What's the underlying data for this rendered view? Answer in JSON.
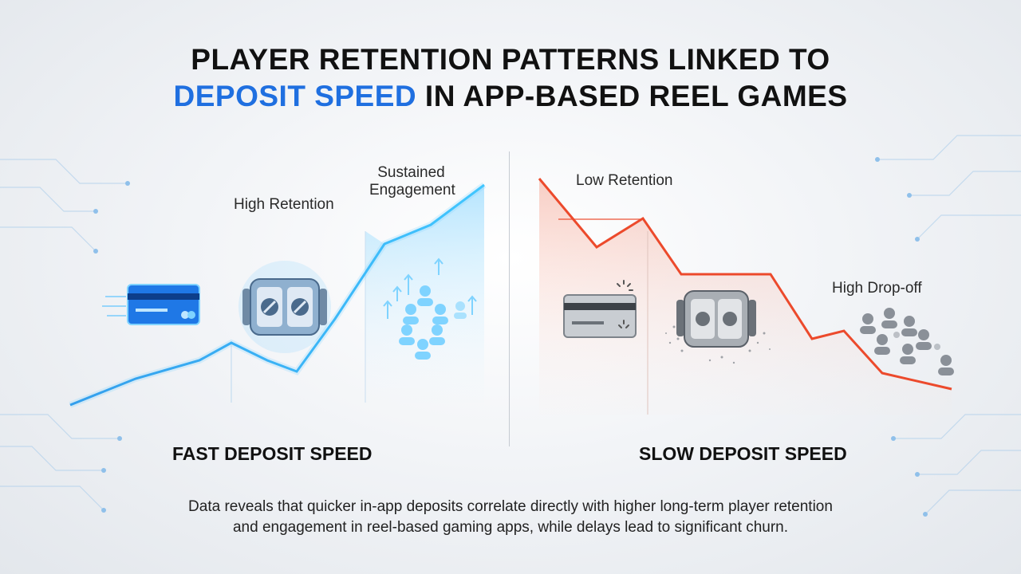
{
  "title": {
    "highlight_color": "#1f6fe0",
    "line1": "PLAYER RETENTION PATTERNS LINKED TO",
    "line2_highlight": "DEPOSIT SPEED",
    "line2_rest": " IN APP-BASED REEL GAMES"
  },
  "fast": {
    "heading": "FAST DEPOSIT SPEED",
    "label_high_retention": "High Retention",
    "label_sustained_1": "Sustained",
    "label_sustained_2": "Engagement",
    "accent_color": "#1aa3f0",
    "icons": [
      "credit-card-icon",
      "slot-reel-icon",
      "users-growth-icon"
    ]
  },
  "slow": {
    "heading": "SLOW DEPOSIT SPEED",
    "label_low_retention": "Low Retention",
    "label_drop_off": "High Drop-off",
    "accent_color": "#ec4a2c",
    "icons": [
      "credit-card-loading-icon",
      "slot-reel-icon",
      "users-dropoff-icon"
    ]
  },
  "caption": {
    "line1": "Data reveals that quicker in-app deposits correlate directly with higher long-term player retention",
    "line2": "and engagement in reel-based gaming apps, while delays lead to significant churn."
  }
}
